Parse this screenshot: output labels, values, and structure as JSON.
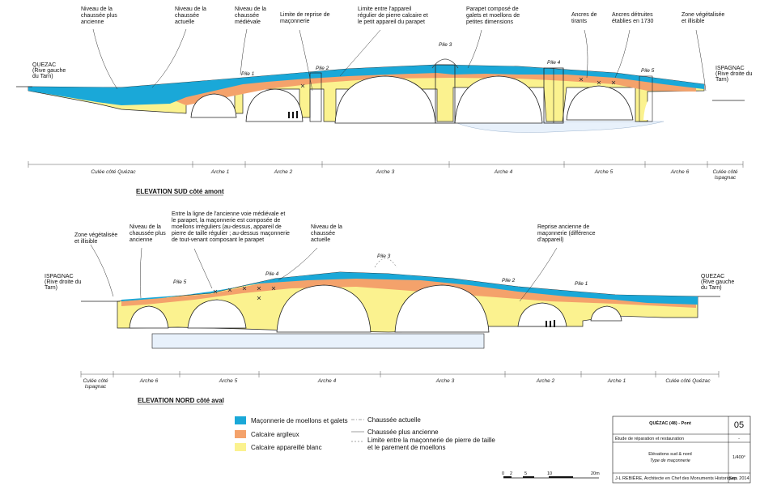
{
  "colors": {
    "moellons": "#1aa8d8",
    "argileux": "#f4a26b",
    "blanc": "#fbf28f",
    "water": "#e8f1fb"
  },
  "south": {
    "title": "ELEVATION SUD côté amont",
    "left_bank": [
      "QUEZAC",
      "(Rive gauche",
      "du Tarn)"
    ],
    "right_bank": [
      "ISPAGNAC",
      "(Rive droite du",
      "Tarn)"
    ],
    "piles": [
      "Pile 1",
      "Pile 2",
      "Pile 3",
      "Pile 4",
      "Pile 5"
    ],
    "spans": [
      "Culée côté Quézac",
      "Arche 1",
      "Arche 2",
      "Arche 3",
      "Arche 4",
      "Arche 5",
      "Arche 6",
      "Culée côté",
      "Ispagnac"
    ],
    "annotations": [
      [
        "Niveau de la",
        "chaussée plus",
        "ancienne"
      ],
      [
        "Niveau de la",
        "chaussée",
        "actuelle"
      ],
      [
        "Niveau de la",
        "chaussée",
        "médiévale"
      ],
      [
        "Limite de reprise de",
        "maçonnerie"
      ],
      [
        "Limite entre l'appareil",
        "régulier de pierre calcaire et",
        "le petit appareil du parapet"
      ],
      [
        "Parapet composé de",
        "galets et moellons de",
        "petites dimensions"
      ],
      [
        "Ancres de",
        "tirants"
      ],
      [
        "Ancres détruites",
        "établies en 1730"
      ],
      [
        "Zone végétalisée",
        "et illisible"
      ]
    ]
  },
  "north": {
    "title": "ELEVATION NORD côté aval",
    "left_bank": [
      "ISPAGNAC",
      "(Rive droite du",
      "Tarn)"
    ],
    "right_bank": [
      "QUEZAC",
      "(Rive gauche",
      "du Tarn)"
    ],
    "piles": [
      "Pile 5",
      "Pile 4",
      "Pile 3",
      "Pile 2",
      "Pile 1"
    ],
    "spans": [
      "Culée côté",
      "Ispagnac",
      "Arche 6",
      "Arche 5",
      "Arche 4",
      "Arche 3",
      "Arche 2",
      "Arche 1",
      "Culée côté Quézac"
    ],
    "annotations": [
      [
        "Zone végétalisée",
        "et illisible"
      ],
      [
        "Niveau de la",
        "chaussée plus",
        "ancienne"
      ],
      [
        "Entre la ligne de l'ancienne voie médiévale et",
        "le parapet, la maçonnerie est composée de",
        "moellons irréguliers (au-dessus, appareil de",
        "pierre de taille régulier ; au-dessus maçonnerie",
        "de tout-venant composant le parapet"
      ],
      [
        "Niveau de la",
        "chaussée",
        "actuelle"
      ],
      [
        "Reprise ancienne de",
        "maçonnerie (différence",
        "d'appareil)"
      ]
    ]
  },
  "legend": {
    "fills": [
      "Maçonnerie de moellons et galets",
      "Calcaire argileux",
      "Calcaire appareillé blanc"
    ],
    "lines": [
      "Chaussée actuelle",
      "Chaussée plus ancienne",
      "Limite entre la maçonnerie de pierre de taille",
      "et le parement de moellons"
    ]
  },
  "scale_bar": [
    "0",
    "2",
    "5",
    "10",
    "20m"
  ],
  "cartouche": {
    "title": "QUÉZAC (48) - Pont",
    "sheet": "05",
    "study": "Étude de réparation et restauration",
    "dash": "-",
    "subject": "Elévations sud & nord",
    "subject2": "Type de maçonnerie",
    "scale": "1/400°",
    "author": "J-L REBIÈRE, Architecte en Chef des Monuments Historiques",
    "date": "Sep. 2014"
  }
}
